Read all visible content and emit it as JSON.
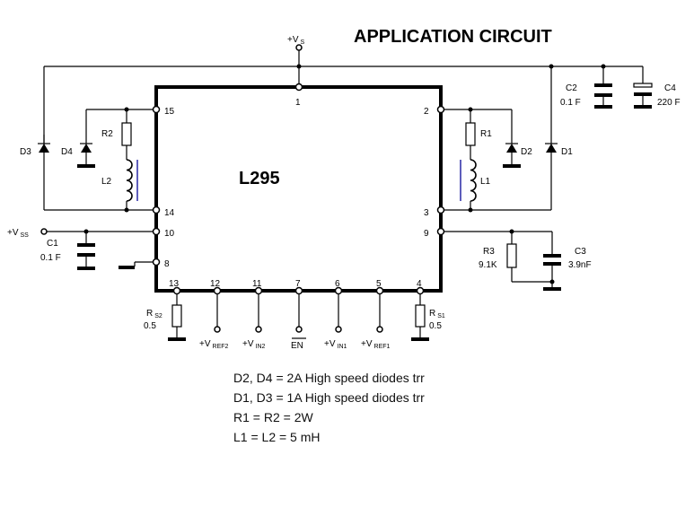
{
  "title": "APPLICATION CIRCUIT",
  "chip": "L295",
  "supply": {
    "vs_main": "+V",
    "vs_sub": "S",
    "vss_main": "+V",
    "vss_sub": "SS"
  },
  "pins": {
    "p1": "1",
    "p2": "2",
    "p3": "3",
    "p4": "4",
    "p5": "5",
    "p6": "6",
    "p7": "7",
    "p8": "8",
    "p9": "9",
    "p10": "10",
    "p11": "11",
    "p12": "12",
    "p13": "13",
    "p14": "14",
    "p15": "15"
  },
  "components": {
    "c1": {
      "name": "C1",
      "value": "0.1 F"
    },
    "c2": {
      "name": "C2",
      "value": "0.1 F"
    },
    "c3": {
      "name": "C3",
      "value": "3.9nF"
    },
    "c4": {
      "name": "C4",
      "value": "220 F"
    },
    "r1": {
      "name": "R1"
    },
    "r2": {
      "name": "R2"
    },
    "r3": {
      "name": "R3",
      "value": "9.1K"
    },
    "rs1": {
      "main": "R",
      "sub": "S1",
      "value": "0.5"
    },
    "rs2": {
      "main": "R",
      "sub": "S2",
      "value": "0.5"
    },
    "l1": {
      "name": "L1"
    },
    "l2": {
      "name": "L2"
    },
    "d1": {
      "name": "D1"
    },
    "d2": {
      "name": "D2"
    },
    "d3": {
      "name": "D3"
    },
    "d4": {
      "name": "D4"
    }
  },
  "inputs": {
    "vref2": {
      "main": "+V",
      "sub": "REF2"
    },
    "vin2": {
      "main": "+V",
      "sub": "IN2"
    },
    "en": "EN",
    "vin1": {
      "main": "+V",
      "sub": "IN1"
    },
    "vref1": {
      "main": "+V",
      "sub": "REF1"
    }
  },
  "notes": [
    "D2, D4 = 2A High speed diodes trr",
    "D1, D3 = 1A High speed diodes trr",
    "R1 = R2 = 2W",
    "L1 = L2 = 5 mH"
  ],
  "colors": {
    "core": "#1a1aa0"
  }
}
